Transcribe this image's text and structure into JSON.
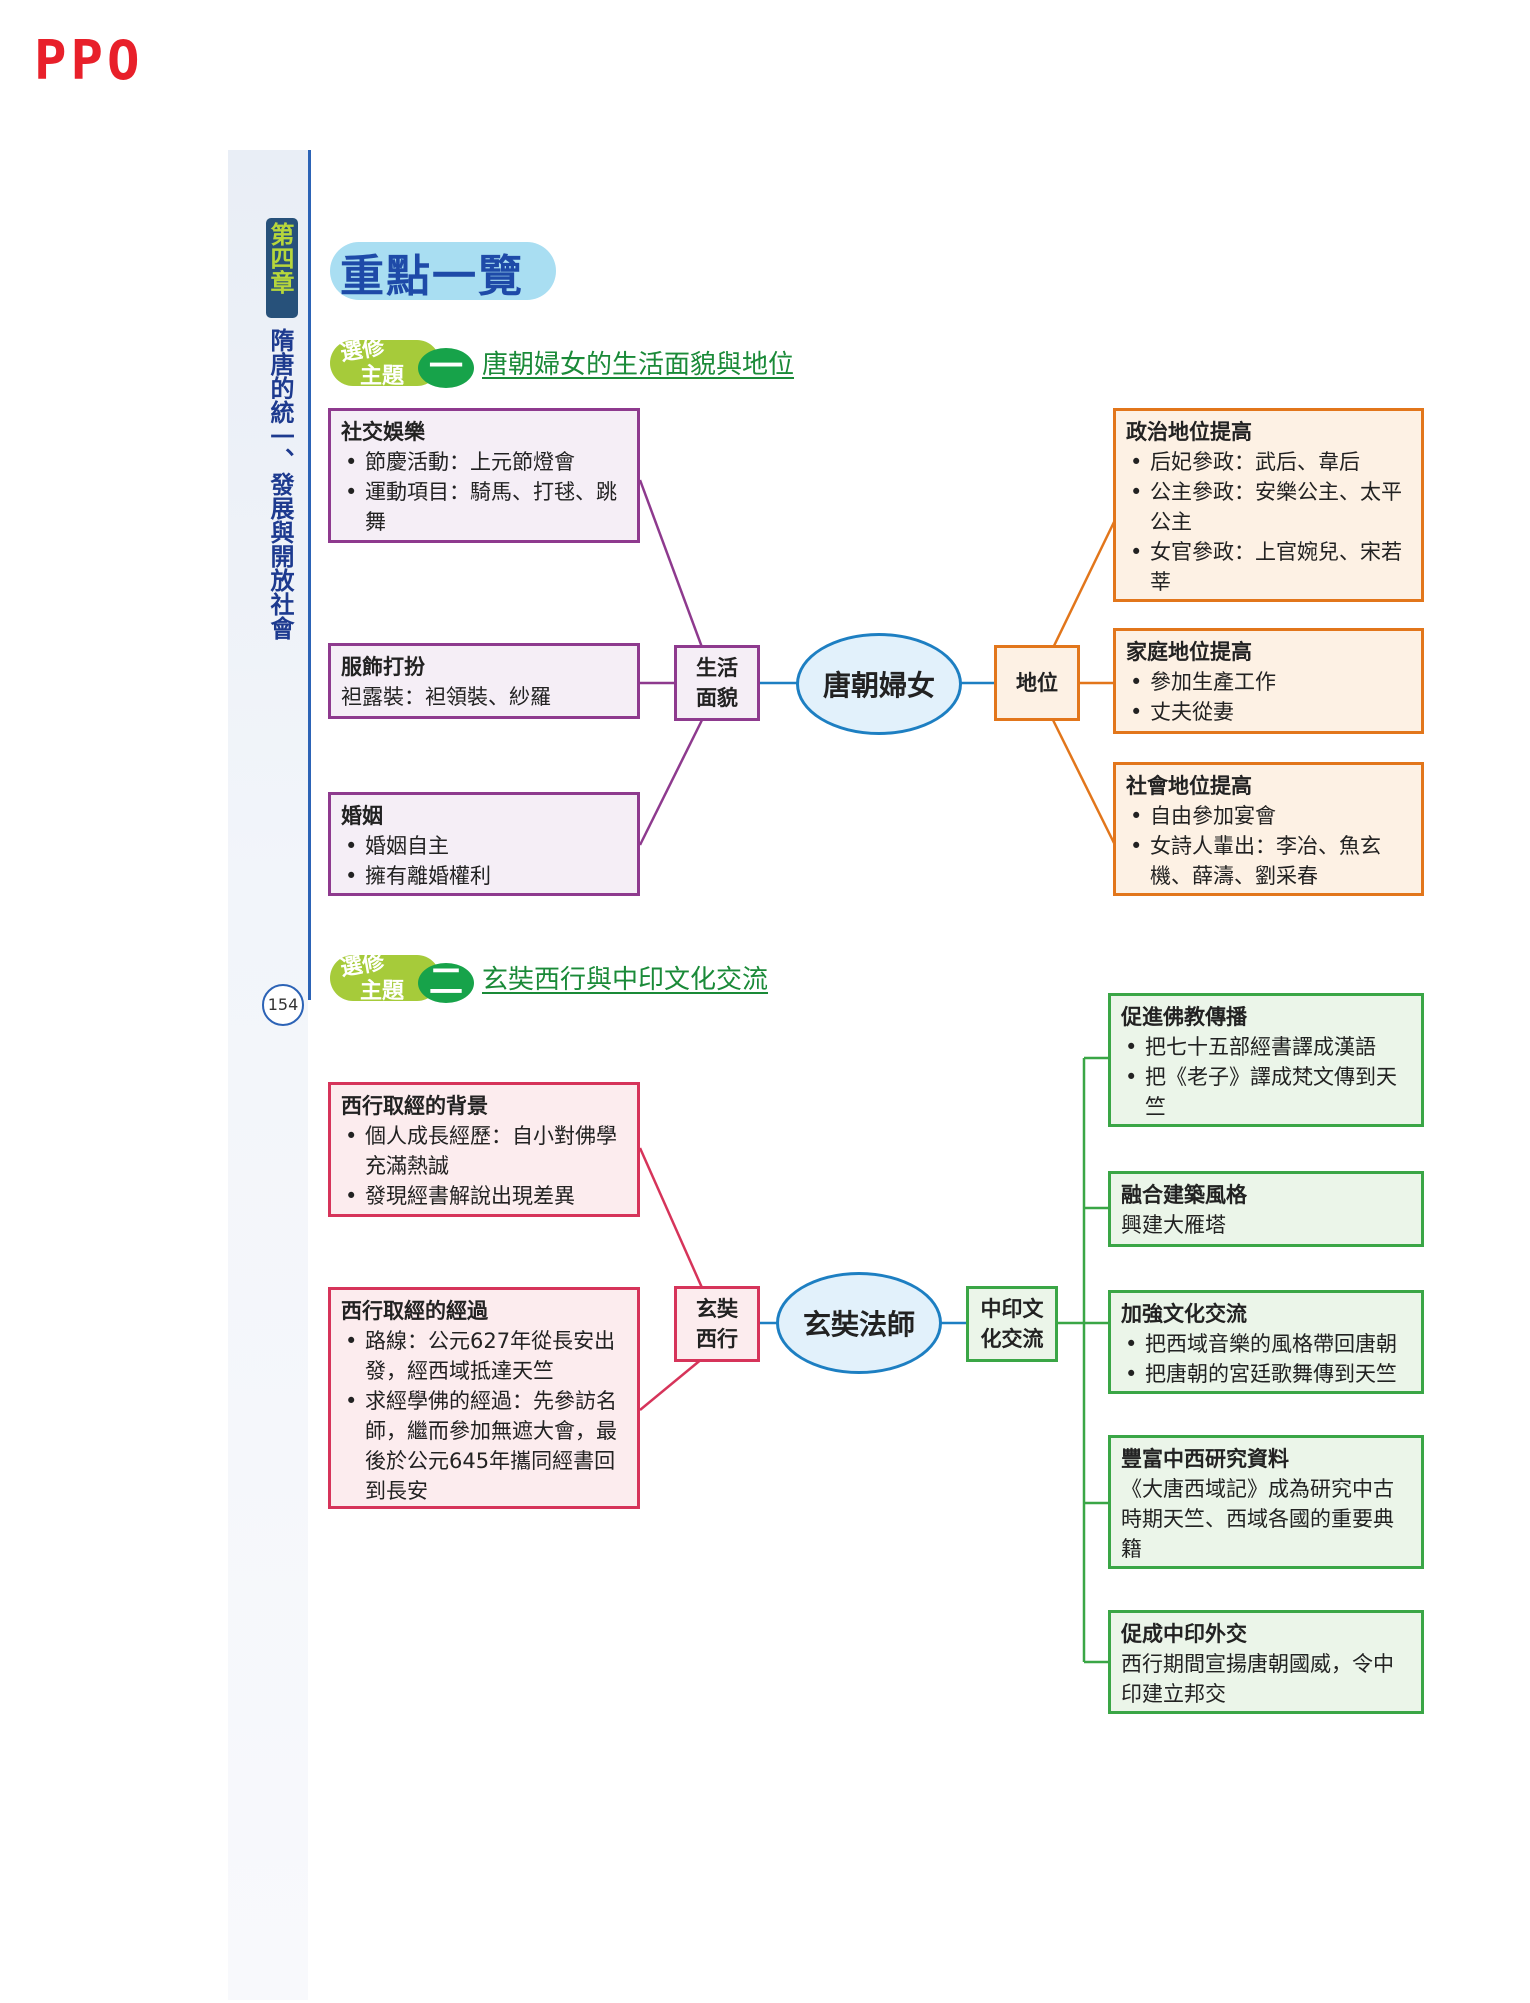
{
  "logo": "PPO",
  "sidebar": {
    "chapter": "第四章",
    "title": "隋唐的統一、發展與開放社會",
    "page_number": "154"
  },
  "heading": "重點一覽",
  "topic1": {
    "tag_line1": "選修",
    "tag_line2": "主題",
    "number": "一",
    "title": "唐朝婦女的生活面貌與地位",
    "center": "唐朝婦女",
    "left_hub": "生活\n面貌",
    "right_hub": "地位",
    "left_boxes": [
      {
        "title": "社交娛樂",
        "items": [
          "節慶活動：上元節燈會",
          "運動項目：騎馬、打毬、跳舞"
        ]
      },
      {
        "title": "服飾打扮",
        "text": "袒露裝：袒領裝、紗羅"
      },
      {
        "title": "婚姻",
        "items": [
          "婚姻自主",
          "擁有離婚權利"
        ]
      }
    ],
    "right_boxes": [
      {
        "title": "政治地位提高",
        "items": [
          "后妃參政：武后、韋后",
          "公主參政：安樂公主、太平公主",
          "女官參政：上官婉兒、宋若莘"
        ]
      },
      {
        "title": "家庭地位提高",
        "items": [
          "參加生產工作",
          "丈夫從妻"
        ]
      },
      {
        "title": "社會地位提高",
        "items": [
          "自由參加宴會",
          "女詩人輩出：李冶、魚玄機、薛濤、劉采春"
        ]
      }
    ]
  },
  "topic2": {
    "tag_line1": "選修",
    "tag_line2": "主題",
    "number": "二",
    "title": "玄奘西行與中印文化交流",
    "center": "玄奘法師",
    "left_hub": "玄奘\n西行",
    "right_hub": "中印文\n化交流",
    "left_boxes": [
      {
        "title": "西行取經的背景",
        "items": [
          "個人成長經歷：自小對佛學充滿熱誠",
          "發現經書解說出現差異"
        ]
      },
      {
        "title": "西行取經的經過",
        "items": [
          "路線：公元627年從長安出發，經西域抵達天竺",
          "求經學佛的經過：先參訪名師，繼而參加無遮大會，最後於公元645年攜同經書回到長安"
        ]
      }
    ],
    "right_boxes": [
      {
        "title": "促進佛教傳播",
        "items": [
          "把七十五部經書譯成漢語",
          "把《老子》譯成梵文傳到天竺"
        ]
      },
      {
        "title": "融合建築風格",
        "text": "興建大雁塔"
      },
      {
        "title": "加強文化交流",
        "items": [
          "把西域音樂的風格帶回唐朝",
          "把唐朝的宮廷歌舞傳到天竺"
        ]
      },
      {
        "title": "豐富中西研究資料",
        "text": "《大唐西域記》成為研究中古時期天竺、西域各國的重要典籍"
      },
      {
        "title": "促成中印外交",
        "text": "西行期間宣揚唐朝國威，令中印建立邦交"
      }
    ]
  },
  "colors": {
    "purple": "#8e3a8e",
    "orange": "#e2761b",
    "blue": "#1d7fc2",
    "red": "#d6345a",
    "green": "#3aa646"
  }
}
